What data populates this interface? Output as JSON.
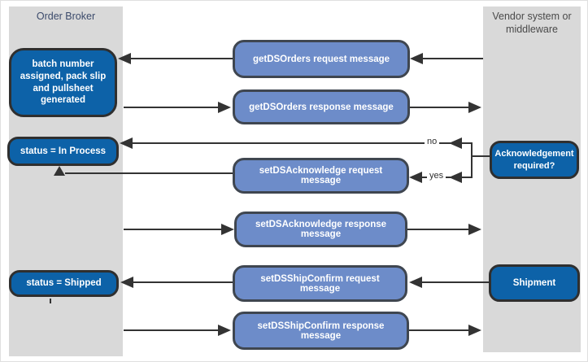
{
  "lanes": {
    "left": {
      "title": "Order Broker"
    },
    "right": {
      "title": "Vendor system or middleware"
    }
  },
  "order_broker_states": [
    {
      "label": "batch number assigned, pack slip and pullsheet generated"
    },
    {
      "label": "status = In Process"
    },
    {
      "label": "status = Shipped"
    }
  ],
  "vendor_nodes": [
    {
      "label": "Acknowledgement required?"
    },
    {
      "label": "Shipment"
    }
  ],
  "messages": [
    {
      "label": "getDSOrders request message",
      "direction": "vendor-to-broker"
    },
    {
      "label": "getDSOrders response message",
      "direction": "broker-to-vendor"
    },
    {
      "label": "setDSAcknowledge request message",
      "direction": "vendor-to-broker"
    },
    {
      "label": "setDSAcknowledge response message",
      "direction": "broker-to-vendor"
    },
    {
      "label": "setDSShipConfirm request message",
      "direction": "vendor-to-broker"
    },
    {
      "label": "setDSShipConfirm response message",
      "direction": "broker-to-vendor"
    }
  ],
  "branch_labels": {
    "no": "no",
    "yes": "yes"
  },
  "colors": {
    "state_box": "#0d62a8",
    "message_box": "#6d8cc9",
    "lane_background": "#d9d9d9",
    "arrow": "#333333",
    "lane_title_left": "#3b4a6b",
    "lane_title_right": "#4a4a4a"
  }
}
